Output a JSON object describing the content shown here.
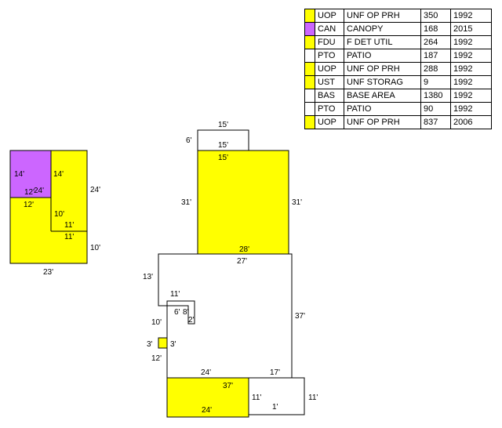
{
  "legend": [
    {
      "code": "UOP",
      "description": "UNF OP PRH",
      "area": "350",
      "year": "1992",
      "color": "#ffff00"
    },
    {
      "code": "CAN",
      "description": "CANOPY",
      "area": "168",
      "year": "2015",
      "color": "#cc66ff"
    },
    {
      "code": "FDU",
      "description": "F DET UTIL",
      "area": "264",
      "year": "1992",
      "color": "#ffff00"
    },
    {
      "code": "PTO",
      "description": "PATIO",
      "area": "187",
      "year": "1992",
      "color": "#ffffff"
    },
    {
      "code": "UOP",
      "description": "UNF OP PRH",
      "area": "288",
      "year": "1992",
      "color": "#ffff00"
    },
    {
      "code": "UST",
      "description": "UNF STORAG",
      "area": "9",
      "year": "1992",
      "color": "#ffff00"
    },
    {
      "code": "BAS",
      "description": "BASE AREA",
      "area": "1380",
      "year": "1992",
      "color": "#ffffff"
    },
    {
      "code": "PTO",
      "description": "PATIO",
      "area": "90",
      "year": "1992",
      "color": "#ffffff"
    },
    {
      "code": "UOP",
      "description": "UNF OP PRH",
      "area": "837",
      "year": "2006",
      "color": "#ffff00"
    }
  ],
  "labels": {
    "l_15a": "15'",
    "l_6a": "6'",
    "l_15b": "15'",
    "l_15c": "15'",
    "l_31l": "31'",
    "l_31r": "31'",
    "l_28": "28'",
    "l_27": "27'",
    "l_13": "13'",
    "l_11a": "11'",
    "l_6b": "6'",
    "l_8": "8'",
    "l_2": "2'",
    "l_10a": "10'",
    "l_37r": "37'",
    "l_3a": "3'",
    "l_3b": "3'",
    "l_12a": "12'",
    "l_24a": "24'",
    "l_17": "17'",
    "l_37b": "37'",
    "l_11b": "11'",
    "l_1": "1'",
    "l_11c": "11'",
    "l_24b": "24'",
    "w_14a": "14'",
    "w_14b": "14'",
    "w_24a": "24'",
    "w_12": "12'",
    "w_24b": "24'",
    "w_12b": "12'",
    "w_10a": "10'",
    "w_11a": "11'",
    "w_11b": "11'",
    "w_10b": "10'",
    "w_23": "23'"
  },
  "colors": {
    "yellow": "#ffff00",
    "purple": "#cc66ff",
    "line": "#000000"
  }
}
